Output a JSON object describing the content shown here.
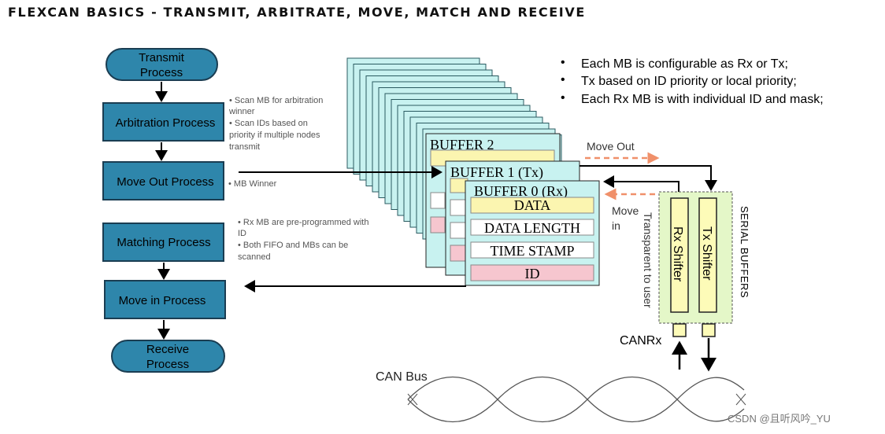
{
  "title": "FLEXCAN BASICS - TRANSMIT, ARBITRATE, MOVE, MATCH AND RECEIVE",
  "flow": {
    "transmit": [
      "Transmit",
      "Process"
    ],
    "arbitration": "Arbitration Process",
    "move_out": "Move Out Process",
    "matching": "Matching Process",
    "move_in": "Move in Process",
    "receive": [
      "Receive",
      "Process"
    ]
  },
  "notes": {
    "arbitration": [
      "• Scan MB for arbitration",
      "winner",
      "• Scan IDs based on",
      "priority  if multiple nodes",
      "transmit"
    ],
    "move_out": [
      "• MB Winner"
    ],
    "matching": [
      "• Rx MB are pre-programmed with",
      "ID",
      "• Both FIFO and MBs can be",
      "scanned"
    ]
  },
  "bullets": [
    "Each MB is configurable  as Rx or Tx;",
    "Tx based on ID priority or local priority;",
    "Each Rx MB is with individual ID and mask;"
  ],
  "buffers": {
    "buffer2": "BUFFER 2",
    "buffer1": "BUFFER 1 (Tx)",
    "buffer0": "BUFFER 0 (Rx)",
    "fields": [
      "DATA",
      "DATA LENGTH",
      "TIME STAMP",
      "ID"
    ]
  },
  "labels": {
    "move_out": "Move Out",
    "move_in": [
      "Move",
      "in"
    ],
    "transparent": "Transparent to user",
    "rx_shifter": "Rx Shifter",
    "tx_shifter": "Tx Shifter",
    "serial_buffers": "SERIAL BUFFERS",
    "canrx": "CANRx",
    "can_bus": "CAN Bus"
  },
  "watermark": "CSDN @且听风吟_YU",
  "colors": {
    "process_fill": "#2e86ab",
    "process_border": "#1a3d52",
    "buffer_fill": "#c8f2f0",
    "data_fill": "#fbf5b0",
    "id_fill": "#f6c6cf",
    "serial_fill": "#e4f7c8",
    "shifter_fill": "#fdfbb8",
    "arrow_orange": "#f0906a"
  }
}
